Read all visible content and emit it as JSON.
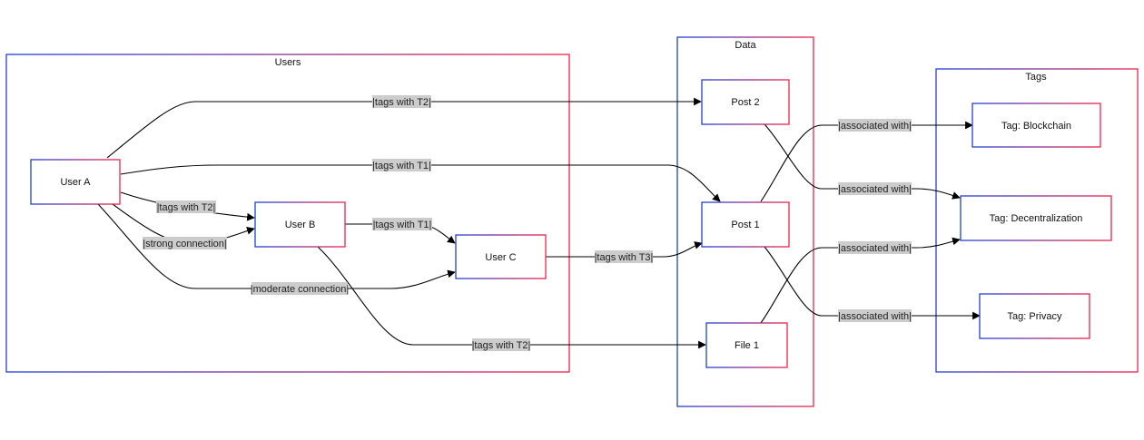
{
  "clusters": [
    {
      "id": "users",
      "title": "Users"
    },
    {
      "id": "data",
      "title": "Data"
    },
    {
      "id": "tags",
      "title": "Tags"
    }
  ],
  "nodes": [
    {
      "id": "userA",
      "label": "User A"
    },
    {
      "id": "userB",
      "label": "User B"
    },
    {
      "id": "userC",
      "label": "User C"
    },
    {
      "id": "post2",
      "label": "Post 2"
    },
    {
      "id": "post1",
      "label": "Post 1"
    },
    {
      "id": "file1",
      "label": "File 1"
    },
    {
      "id": "tagBlockchain",
      "label": "Tag: Blockchain"
    },
    {
      "id": "tagDecentralization",
      "label": "Tag: Decentralization"
    },
    {
      "id": "tagPrivacy",
      "label": "Tag: Privacy"
    }
  ],
  "edges": [
    {
      "id": "a-post2",
      "from": "User A",
      "to": "Post 2",
      "label": "|tags with T2|"
    },
    {
      "id": "a-post1",
      "from": "User A",
      "to": "Post 1",
      "label": "|tags with T1|"
    },
    {
      "id": "a-b-t2",
      "from": "User A",
      "to": "User B",
      "label": "|tags with T2|"
    },
    {
      "id": "a-b-strong",
      "from": "User A",
      "to": "User B",
      "label": "|strong connection|"
    },
    {
      "id": "a-c-moderate",
      "from": "User A",
      "to": "User C",
      "label": "|moderate connection|"
    },
    {
      "id": "b-c",
      "from": "User B",
      "to": "User C",
      "label": "|tags with T1|"
    },
    {
      "id": "b-file1",
      "from": "User B",
      "to": "File 1",
      "label": "|tags with T2|"
    },
    {
      "id": "c-post1",
      "from": "User C",
      "to": "Post 1",
      "label": "|tags with T3|"
    },
    {
      "id": "post1-blockchain",
      "from": "Post 1",
      "to": "Tag: Blockchain",
      "label": "|associated with|"
    },
    {
      "id": "post2-decentralization",
      "from": "Post 2",
      "to": "Tag: Decentralization",
      "label": "|associated with|"
    },
    {
      "id": "file1-decentralization",
      "from": "File 1",
      "to": "Tag: Decentralization",
      "label": "|associated with|"
    },
    {
      "id": "post1-privacy",
      "from": "Post 1",
      "to": "Tag: Privacy",
      "label": "|associated with|"
    }
  ],
  "colors": {
    "gradient_start": "#1f3fdc",
    "gradient_end": "#f0224a",
    "edge": "#000000",
    "label_bg": "#cccccc"
  }
}
